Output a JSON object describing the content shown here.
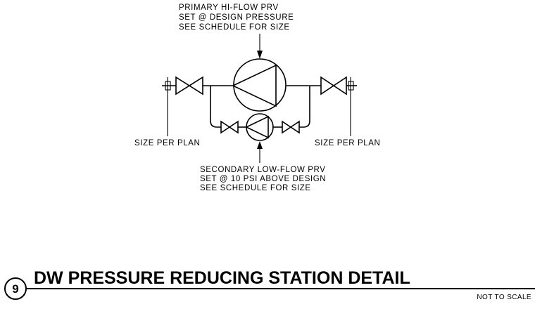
{
  "notes": {
    "primary": [
      "PRIMARY HI-FLOW PRV",
      "SET @ DESIGN PRESSURE",
      "SEE SCHEDULE FOR SIZE"
    ],
    "secondary": [
      "SECONDARY LOW-FLOW PRV",
      "SET @ 10 PSI ABOVE DESIGN",
      "SEE SCHEDULE FOR SIZE"
    ],
    "size_left": "SIZE PER PLAN",
    "size_right": "SIZE PER PLAN"
  },
  "title_block": {
    "detail_number": "9",
    "title": "DW PRESSURE REDUCING STATION DETAIL",
    "scale": "NOT TO SCALE"
  }
}
